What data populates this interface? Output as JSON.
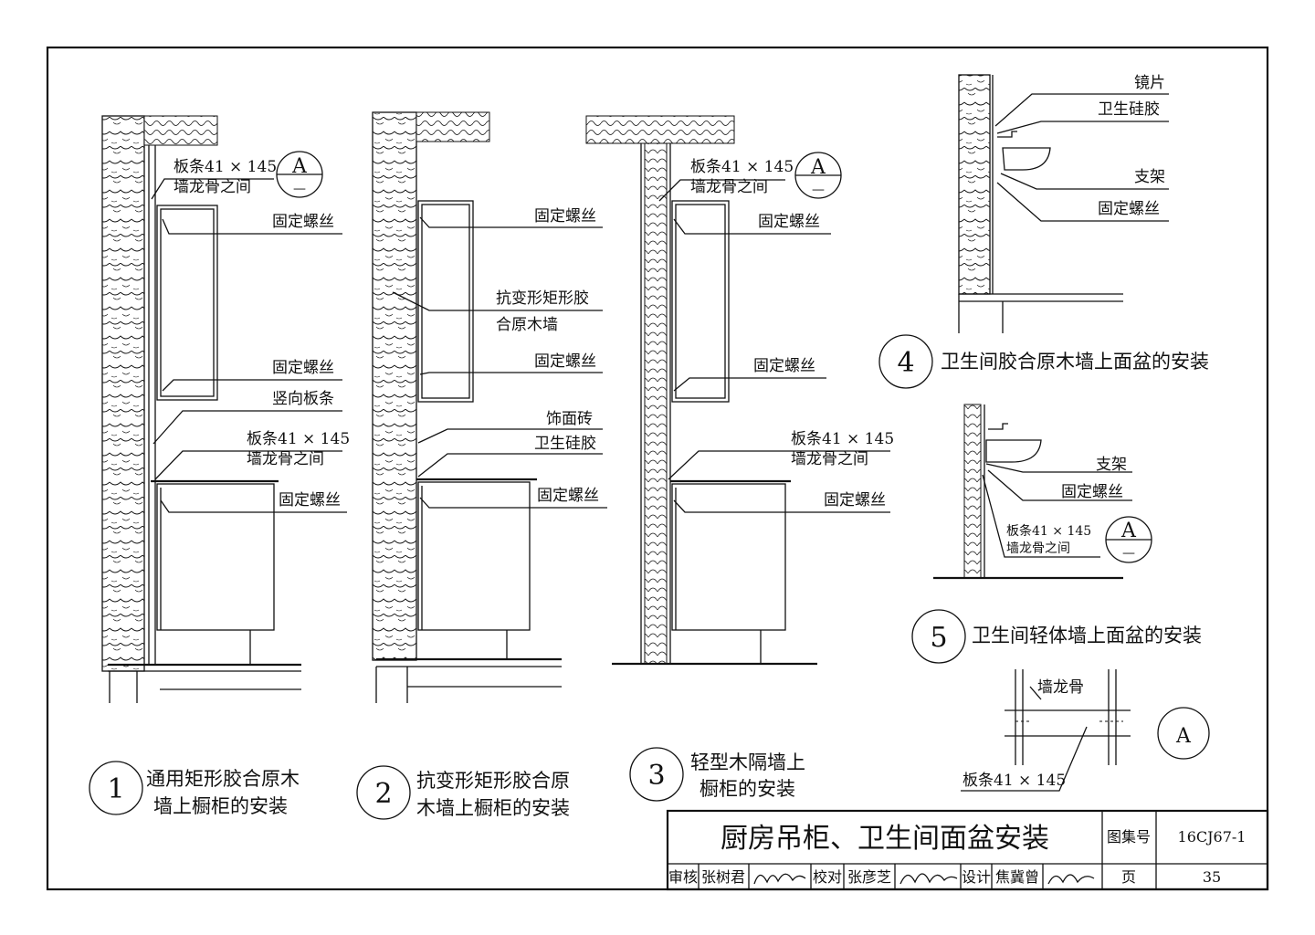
{
  "labels": {
    "batten_line1": "板条41 × 145",
    "batten_line2": "墙龙骨之间",
    "fixing_screw": "固定螺丝",
    "vertical_batten": "竖向板条",
    "anti_deform_line1": "抗变形矩形胶",
    "anti_deform_line2": "合原木墙",
    "facing_tile": "饰面砖",
    "sanitary_silicone": "卫生硅胶",
    "mirror": "镜片",
    "bracket": "支架",
    "stud": "墙龙骨",
    "batten_short": "板条41 × 145",
    "detail_mark": "A",
    "detail_dash": "—"
  },
  "captions": {
    "d1_num": "1",
    "d1_line1": "通用矩形胶合原木",
    "d1_line2": "墙上橱柜的安装",
    "d2_num": "2",
    "d2_line1": "抗变形矩形胶合原",
    "d2_line2": "木墙上橱柜的安装",
    "d3_num": "3",
    "d3_line1": "轻型木隔墙上",
    "d3_line2": "橱柜的安装",
    "d4_num": "4",
    "d4_text": "卫生间胶合原木墙上面盆的安装",
    "d5_num": "5",
    "d5_text": "卫生间轻体墙上面盆的安装"
  },
  "title_block": {
    "title": "厨房吊柜、卫生间面盆安装",
    "atlas_label": "图集号",
    "atlas_no": "16CJ67-1",
    "review_label": "审核",
    "reviewer": "张树君",
    "check_label": "校对",
    "checker": "张彦芝",
    "design_label": "设计",
    "designer": "焦冀曾",
    "page_label": "页",
    "page_no": "35"
  }
}
